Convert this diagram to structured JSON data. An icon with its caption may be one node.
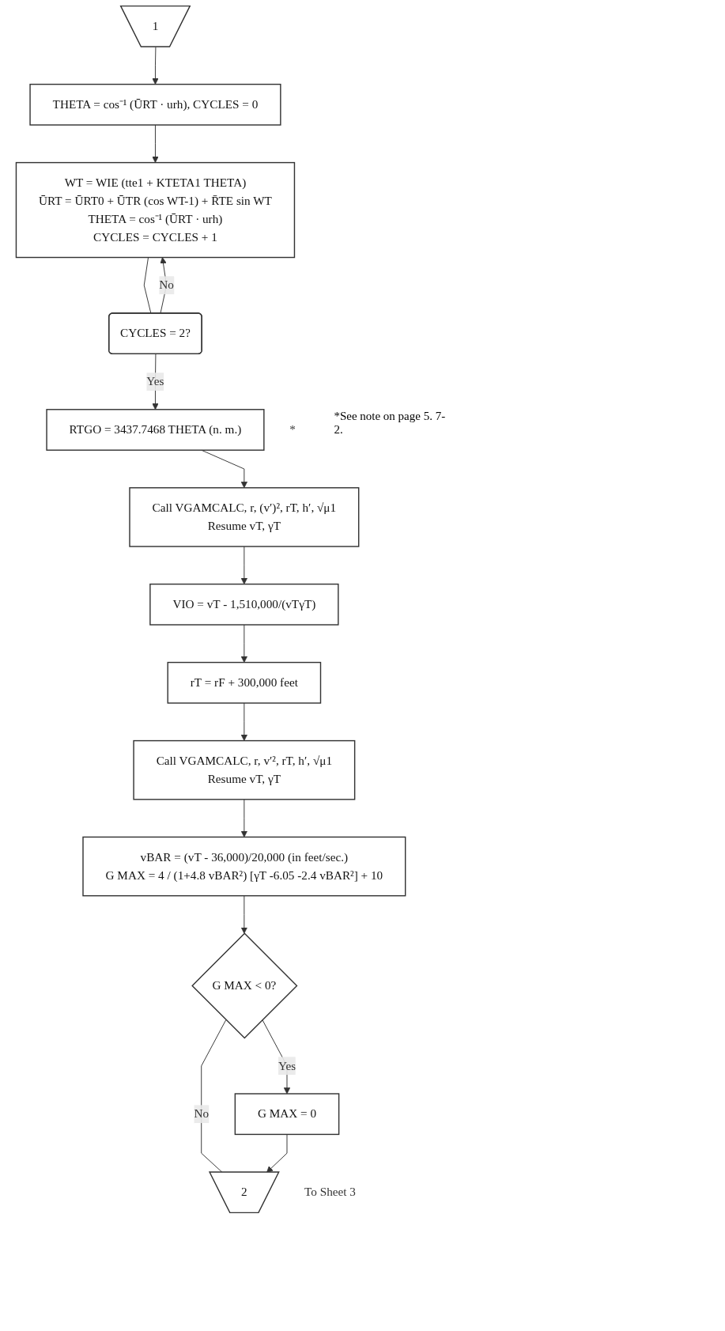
{
  "diagram": {
    "nodes": [
      {
        "text": [
          "1"
        ]
      },
      {
        "text": [
          "THETA = cos⁻¹ (ŪRT · urh), CYCLES = 0"
        ]
      },
      {
        "text": [
          "WT = WIE (tte1 + KTETA1 THETA)",
          "ŪRT = ŪRT0 + ŪTR (cos WT-1) + R̄TE sin WT",
          "THETA = cos⁻¹ (ŪRT · urh)",
          "CYCLES = CYCLES + 1"
        ]
      },
      {
        "text": [
          "CYCLES = 2?"
        ]
      },
      {
        "text": [
          "RTGO = 3437.7468 THETA (n. m.)"
        ],
        "beside": [
          "*"
        ]
      },
      {
        "text": [
          "Call VGAMCALC, r, (v′)², rT, h′, √μ1",
          "Resume vT, γT"
        ]
      },
      {
        "text": [
          "VIO = vT - 1,510,000/(vTγT)"
        ]
      },
      {
        "text": [
          "rT = rF + 300,000 feet"
        ]
      },
      {
        "text": [
          "Call VGAMCALC, r, v′², rT, h′, √μ1",
          "Resume vT, γT"
        ]
      },
      {
        "text": [
          "vBAR = (vT - 36,000)/20,000 (in feet/sec.)",
          "G MAX = 4 / (1+4.8 vBAR²) [γT -6.05 -2.4 vBAR²] + 10"
        ]
      },
      {
        "text": [
          "G MAX < 0?"
        ]
      },
      {
        "text": [
          "G MAX = 0"
        ]
      },
      {
        "text": [
          "2"
        ],
        "beside": [
          "To Sheet 3"
        ]
      }
    ],
    "edges": [
      {
        "from": 0,
        "to": 1,
        "arrow": "to"
      },
      {
        "from": 1,
        "to": 2,
        "arrow": "to"
      },
      {
        "from": 2,
        "to": 3,
        "arrow": "none"
      },
      {
        "from": 3,
        "to": 2,
        "label": "No",
        "arrow": "to"
      },
      {
        "from": 3,
        "to": 4,
        "label": "Yes",
        "arrow": "to"
      },
      {
        "from": 4,
        "to": 5,
        "arrow": "to"
      },
      {
        "from": 5,
        "to": 6,
        "arrow": "to"
      },
      {
        "from": 6,
        "to": 7,
        "arrow": "to"
      },
      {
        "from": 7,
        "to": 8,
        "arrow": "to"
      },
      {
        "from": 8,
        "to": 9,
        "arrow": "to"
      },
      {
        "from": 9,
        "to": 10,
        "arrow": "to"
      },
      {
        "from": 10,
        "to": 11,
        "label": "Yes",
        "arrow": "to"
      },
      {
        "from": 10,
        "to": 12,
        "label": "No",
        "arrow": "none"
      },
      {
        "from": 11,
        "to": 12,
        "arrow": "to"
      }
    ],
    "labels": [
      "*See note on page 5. 7-2."
    ]
  }
}
